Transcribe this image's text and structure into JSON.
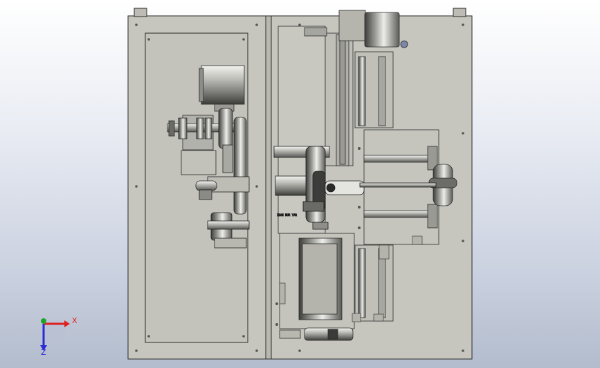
{
  "viewport": {
    "background_top": "#ffffff",
    "background_bottom": "#b3bccd"
  },
  "model": {
    "plate_color": "#c7c7c0",
    "edge_color": "#2a2a2a",
    "metal_light": "#e6e6e0",
    "metal_dark": "#4a4a48"
  },
  "triad": {
    "x_label": "X",
    "z_label": "Z",
    "x_color": "#e0201c",
    "y_color": "#1fa32c",
    "z_color": "#2a2ad6"
  },
  "part_label": "IBAN NUR YAR"
}
